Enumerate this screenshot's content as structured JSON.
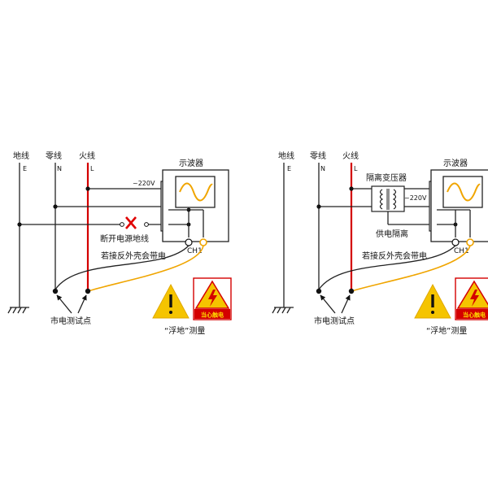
{
  "left": {
    "ground_label": "地线",
    "ground_letter": "E",
    "neutral_label": "零线",
    "neutral_letter": "N",
    "live_label": "火线",
    "live_letter": "L",
    "scope_label": "示波器",
    "voltage_label": "~220V",
    "disconnect_label": "断开电源地线",
    "channel_label": "CH1",
    "shell_label": "若接反外壳会带电",
    "test_points_label": "市电测试点",
    "warning_sign_text": "当心触电",
    "caption": "“浮地”测量"
  },
  "right": {
    "ground_label": "地线",
    "ground_letter": "E",
    "neutral_label": "零线",
    "neutral_letter": "N",
    "live_label": "火线",
    "live_letter": "L",
    "transformer_label": "隔离变压器",
    "scope_label": "示波器",
    "voltage_label": "~220V",
    "isolation_label": "供电隔离",
    "channel_label": "CH1",
    "shell_label": "若接反外壳会带电",
    "test_points_label": "市电测试点",
    "warning_sign_text": "当心触电",
    "caption": "“浮地”测量"
  },
  "colors": {
    "live_wire": "#d40000",
    "probe_lead": "#f0a500",
    "warning_yellow": "#f5c400",
    "warning_red": "#d40000"
  },
  "icons": [
    "x-mark-icon",
    "warning-triangle-icon",
    "electric-shock-sign-icon",
    "ground-symbol-icon",
    "sine-wave-icon",
    "transformer-icon"
  ]
}
